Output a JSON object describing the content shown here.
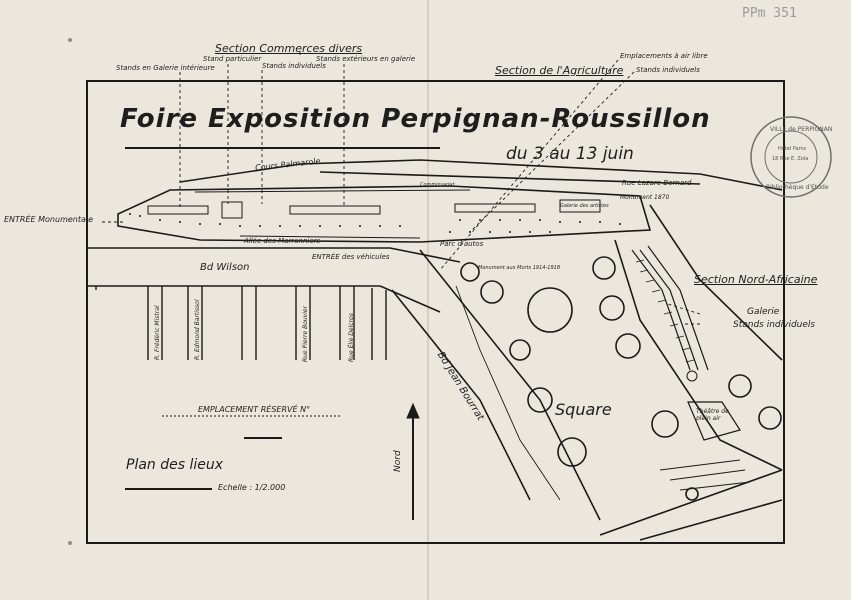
{
  "catalog_number": "PPm 351",
  "title": "Foire Exposition Perpignan-Roussillon",
  "dates": "du 3 au 13 juin",
  "legend": {
    "plan_label": "Plan des lieux",
    "scale": "Echelle : 1/2.000",
    "reserved": "EMPLACEMENT RÉSERVÉ N°"
  },
  "sections": {
    "commerces": "Section Commerces divers",
    "stand_particulier": "Stand particulier",
    "stands_ext_galerie": "Stands extérieurs en galerie",
    "stands_galerie_int": "Stands en Galerie intérieure",
    "stands_indiv_top": "Stands individuels",
    "agriculture": "Section de l'Agriculture",
    "emplacements_air_libre": "Emplacements à air libre",
    "stands_indiv_agri": "Stands individuels",
    "nord_africaine": "Section Nord-Africaine",
    "galerie": "Galerie",
    "stands_indiv_na": "Stands individuels"
  },
  "places": {
    "entree_monumentale": "ENTRÉE Monumentale",
    "cours_palmarole": "Cours Palmarole",
    "rue_lazare": "Rue Lazare Bernard",
    "allee_marronniers": "Allée des Marronniers",
    "entree_vehicules": "ENTRÉE des véhicules",
    "parc_autos": "Parc d'autos",
    "bd_wilson": "Bd Wilson",
    "bd_jean_bourrat": "Bd Jean Bourrat",
    "square": "Square",
    "theatre": "Théâtre de plein air",
    "monument_1870": "Monument 1870",
    "monument_morts": "Monument aux Morts 1914-1918",
    "galerie_artistes": "Galerie des artistes",
    "commissariat": "Commissariat",
    "nord": "Nord",
    "rue_frederic": "R. Frédéric Mistral",
    "rue_edmond": "R. Edmond Bartissol",
    "rue_pierre": "Rue Pierre Bouvier",
    "rue_elie": "Rue Élie Delcros"
  },
  "stamp": {
    "line1": "VILLE de PERPIGNAN",
    "line2": "Bibliothèque d'Etude",
    "line3": "Hôtel Pams",
    "line4": "18 Rue E. Zola"
  }
}
